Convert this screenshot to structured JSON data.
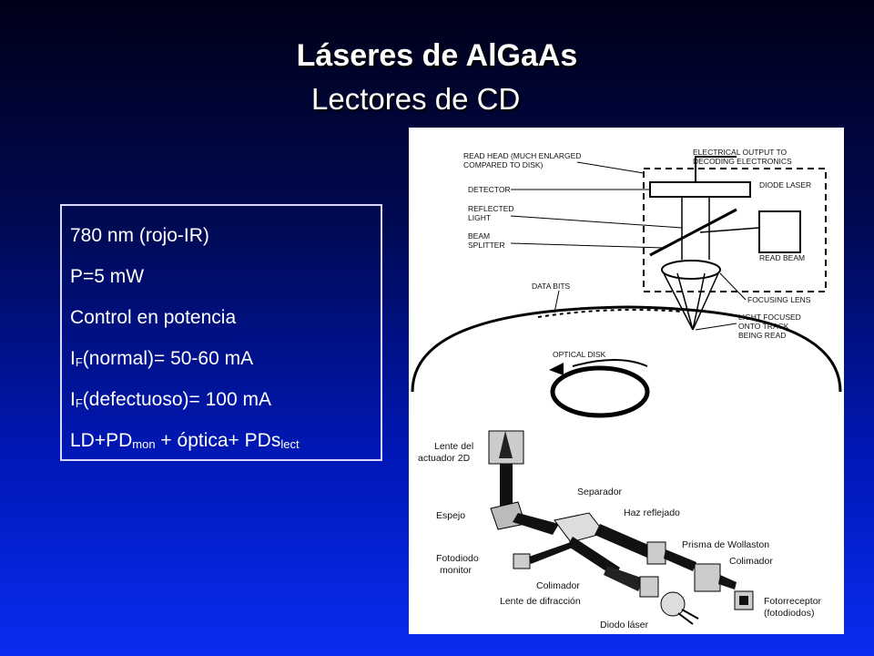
{
  "slide": {
    "title": "Láseres de AlGaAs",
    "subtitle": "Lectores de CD"
  },
  "specs": {
    "wavelength": "780 nm (rojo-IR)",
    "power": "P=5 mW",
    "control": "Control en potencia",
    "if_normal": {
      "main": "I",
      "sub": "F",
      "rest": "(normal)= 50-60 mA"
    },
    "if_defect": {
      "main": "I",
      "sub": "F",
      "rest": "(defectuoso)= 100 mA"
    },
    "components": {
      "a": "LD+PD",
      "a_sub": "mon",
      "b": " + óptica+ PDs",
      "b_sub": "lect"
    }
  },
  "cd_diagram": {
    "read_head_1": "READ HEAD (MUCH ENLARGED",
    "read_head_2": "COMPARED TO DISK)",
    "electrical_1": "ELECTRICAL OUTPUT TO",
    "electrical_2": "DECODING ELECTRONICS",
    "detector": "DETECTOR",
    "diode_laser": "DIODE LASER",
    "reflected_1": "REFLECTED",
    "reflected_2": "LIGHT",
    "beam_1": "BEAM",
    "beam_2": "SPLITTER",
    "read_beam": "READ BEAM",
    "data_bits": "DATA BITS",
    "focusing_lens": "FOCUSING LENS",
    "focused_1": "LIGHT FOCUSED",
    "focused_2": "ONTO TRACK",
    "focused_3": "BEING READ",
    "optical_disk": "OPTICAL DISK"
  },
  "optics_diagram": {
    "lente_1": "Lente del",
    "lente_2": "actuador 2D",
    "separador": "Separador",
    "haz": "Haz reflejado",
    "espejo": "Espejo",
    "wollaston": "Prisma de Wollaston",
    "colimador_r": "Colimador",
    "foto_1": "Fotodiodo",
    "foto_2": "monitor",
    "colimador_l": "Colimador",
    "difraccion": "Lente de difracción",
    "receptor_1": "Fotorreceptor",
    "receptor_2": "(fotodiodos)",
    "diodo": "Diodo láser"
  }
}
